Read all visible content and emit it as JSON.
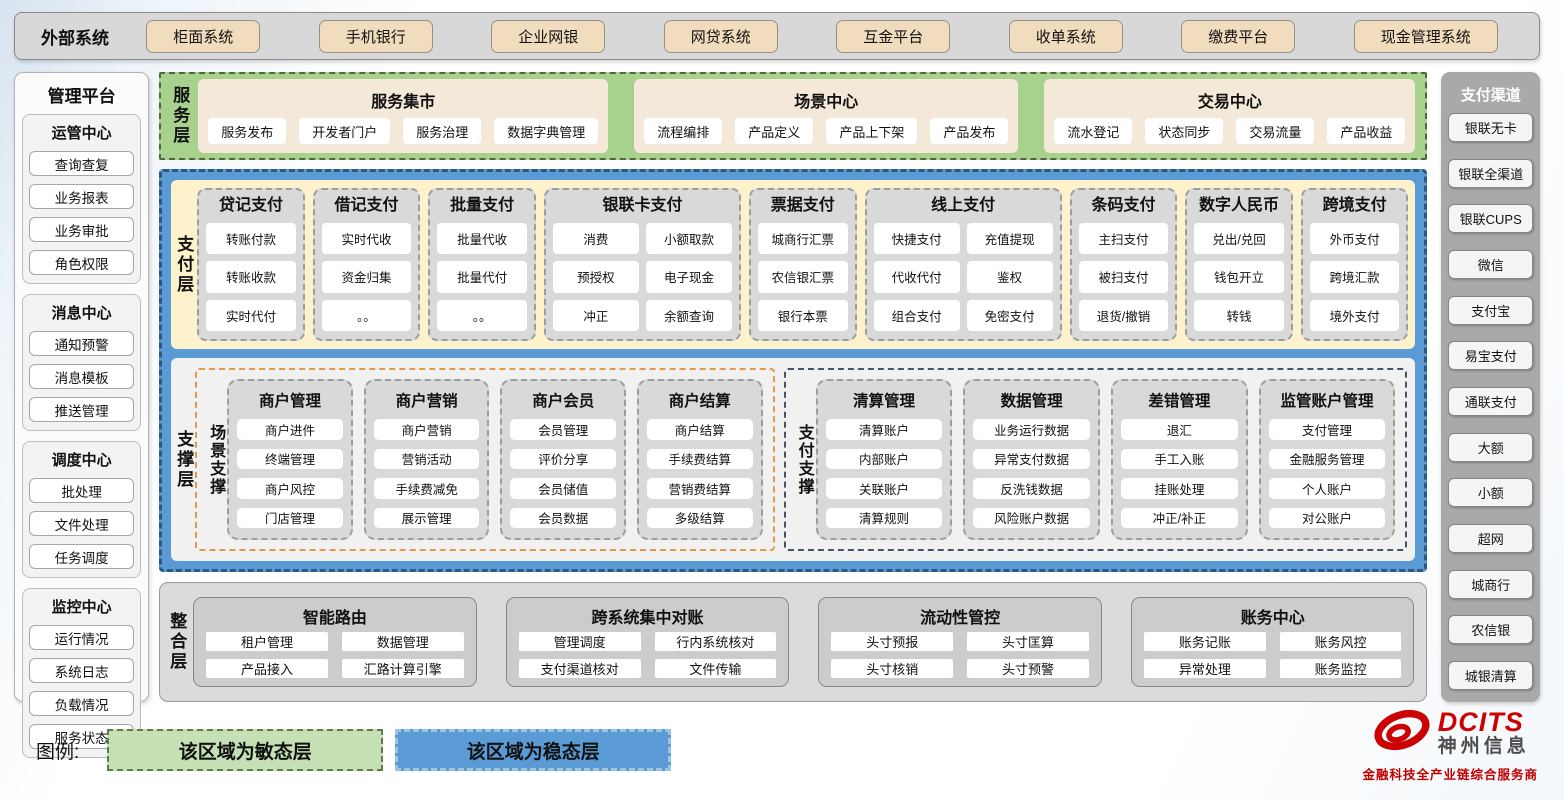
{
  "external_systems": {
    "label": "外部系统",
    "items": [
      "柜面系统",
      "手机银行",
      "企业网银",
      "网贷系统",
      "互金平台",
      "收单系统",
      "缴费平台",
      "现金管理系统"
    ]
  },
  "management_platform": {
    "title": "管理平台",
    "groups": [
      {
        "title": "运管中心",
        "items": [
          "查询查复",
          "业务报表",
          "业务审批",
          "角色权限"
        ]
      },
      {
        "title": "消息中心",
        "items": [
          "通知预警",
          "消息模板",
          "推送管理"
        ]
      },
      {
        "title": "调度中心",
        "items": [
          "批处理",
          "文件处理",
          "任务调度"
        ]
      },
      {
        "title": "监控中心",
        "items": [
          "运行情况",
          "系统日志",
          "负载情况",
          "服务状态"
        ]
      }
    ]
  },
  "service_layer": {
    "label": "服务层",
    "panels": [
      {
        "title": "服务集市",
        "items": [
          "服务发布",
          "开发者门户",
          "服务治理",
          "数据字典管理"
        ]
      },
      {
        "title": "场景中心",
        "items": [
          "流程编排",
          "产品定义",
          "产品上下架",
          "产品发布"
        ]
      },
      {
        "title": "交易中心",
        "items": [
          "流水登记",
          "状态同步",
          "交易流量",
          "产品收益"
        ]
      }
    ]
  },
  "payment_layer": {
    "label": "支付层",
    "columns": [
      {
        "title": "贷记支付",
        "items": [
          "转账付款",
          "转账收款",
          "实时代付"
        ]
      },
      {
        "title": "借记支付",
        "items": [
          "实时代收",
          "资金归集",
          "。。"
        ]
      },
      {
        "title": "批量支付",
        "items": [
          "批量代收",
          "批量代付",
          "。。"
        ]
      },
      {
        "title": "银联卡支付",
        "items": [
          "消费",
          "小额取款",
          "预授权",
          "电子现金",
          "冲正",
          "余额查询"
        ]
      },
      {
        "title": "票据支付",
        "items": [
          "城商行汇票",
          "农信银汇票",
          "银行本票"
        ]
      },
      {
        "title": "线上支付",
        "items": [
          "快捷支付",
          "充值提现",
          "代收代付",
          "鉴权",
          "组合支付",
          "免密支付"
        ]
      },
      {
        "title": "条码支付",
        "items": [
          "主扫支付",
          "被扫支付",
          "退货/撤销"
        ]
      },
      {
        "title": "数字人民币",
        "items": [
          "兑出/兑回",
          "钱包开立",
          "转钱"
        ]
      },
      {
        "title": "跨境支付",
        "items": [
          "外币支付",
          "跨境汇款",
          "境外支付"
        ]
      }
    ]
  },
  "support_layer": {
    "label": "支撑层",
    "groups": [
      {
        "label": "场景支撑",
        "columns": [
          {
            "title": "商户管理",
            "items": [
              "商户进件",
              "终端管理",
              "商户风控",
              "门店管理"
            ]
          },
          {
            "title": "商户营销",
            "items": [
              "商户营销",
              "营销活动",
              "手续费减免",
              "展示管理"
            ]
          },
          {
            "title": "商户会员",
            "items": [
              "会员管理",
              "评价分享",
              "会员储值",
              "会员数据"
            ]
          },
          {
            "title": "商户结算",
            "items": [
              "商户结算",
              "手续费结算",
              "营销费结算",
              "多级结算"
            ]
          }
        ]
      },
      {
        "label": "支付支撑",
        "columns": [
          {
            "title": "清算管理",
            "items": [
              "清算账户",
              "内部账户",
              "关联账户",
              "清算规则"
            ]
          },
          {
            "title": "数据管理",
            "items": [
              "业务运行数据",
              "异常支付数据",
              "反洗钱数据",
              "风险账户数据"
            ]
          },
          {
            "title": "差错管理",
            "items": [
              "退汇",
              "手工入账",
              "挂账处理",
              "冲正/补正"
            ]
          },
          {
            "title": "监管账户管理",
            "items": [
              "支付管理",
              "金融服务管理",
              "个人账户",
              "对公账户"
            ]
          }
        ]
      }
    ]
  },
  "integration_layer": {
    "label": "整合层",
    "panels": [
      {
        "title": "智能路由",
        "items": [
          "租户管理",
          "数据管理",
          "产品接入",
          "汇路计算引擎"
        ]
      },
      {
        "title": "跨系统集中对账",
        "items": [
          "管理调度",
          "行内系统核对",
          "支付渠道核对",
          "文件传输"
        ]
      },
      {
        "title": "流动性管控",
        "items": [
          "头寸预报",
          "头寸匡算",
          "头寸核销",
          "头寸预警"
        ]
      },
      {
        "title": "账务中心",
        "items": [
          "账务记账",
          "账务风控",
          "异常处理",
          "账务监控"
        ]
      }
    ]
  },
  "payment_channels": {
    "title": "支付渠道",
    "items": [
      "银联无卡",
      "银联全渠道",
      "银联CUPS",
      "微信",
      "支付宝",
      "易宝支付",
      "通联支付",
      "大额",
      "小额",
      "超网",
      "城商行",
      "农信银",
      "城银清算"
    ]
  },
  "legend": {
    "label": "图例:",
    "items": [
      {
        "text": "该区域为敏态层",
        "type": "agile"
      },
      {
        "text": "该区域为稳态层",
        "type": "stable"
      }
    ]
  },
  "logo": {
    "brand": "DCITS",
    "name": "神州信息",
    "tagline": "金融科技全产业链综合服务商"
  },
  "colors": {
    "agile_green": "#a9d18e",
    "stable_blue": "#5b9bd5",
    "payment_cream": "#fff2cc",
    "external_tan": "#f1ddbd",
    "panel_gray": "#d9d9d9",
    "brand_red": "#c00000"
  }
}
